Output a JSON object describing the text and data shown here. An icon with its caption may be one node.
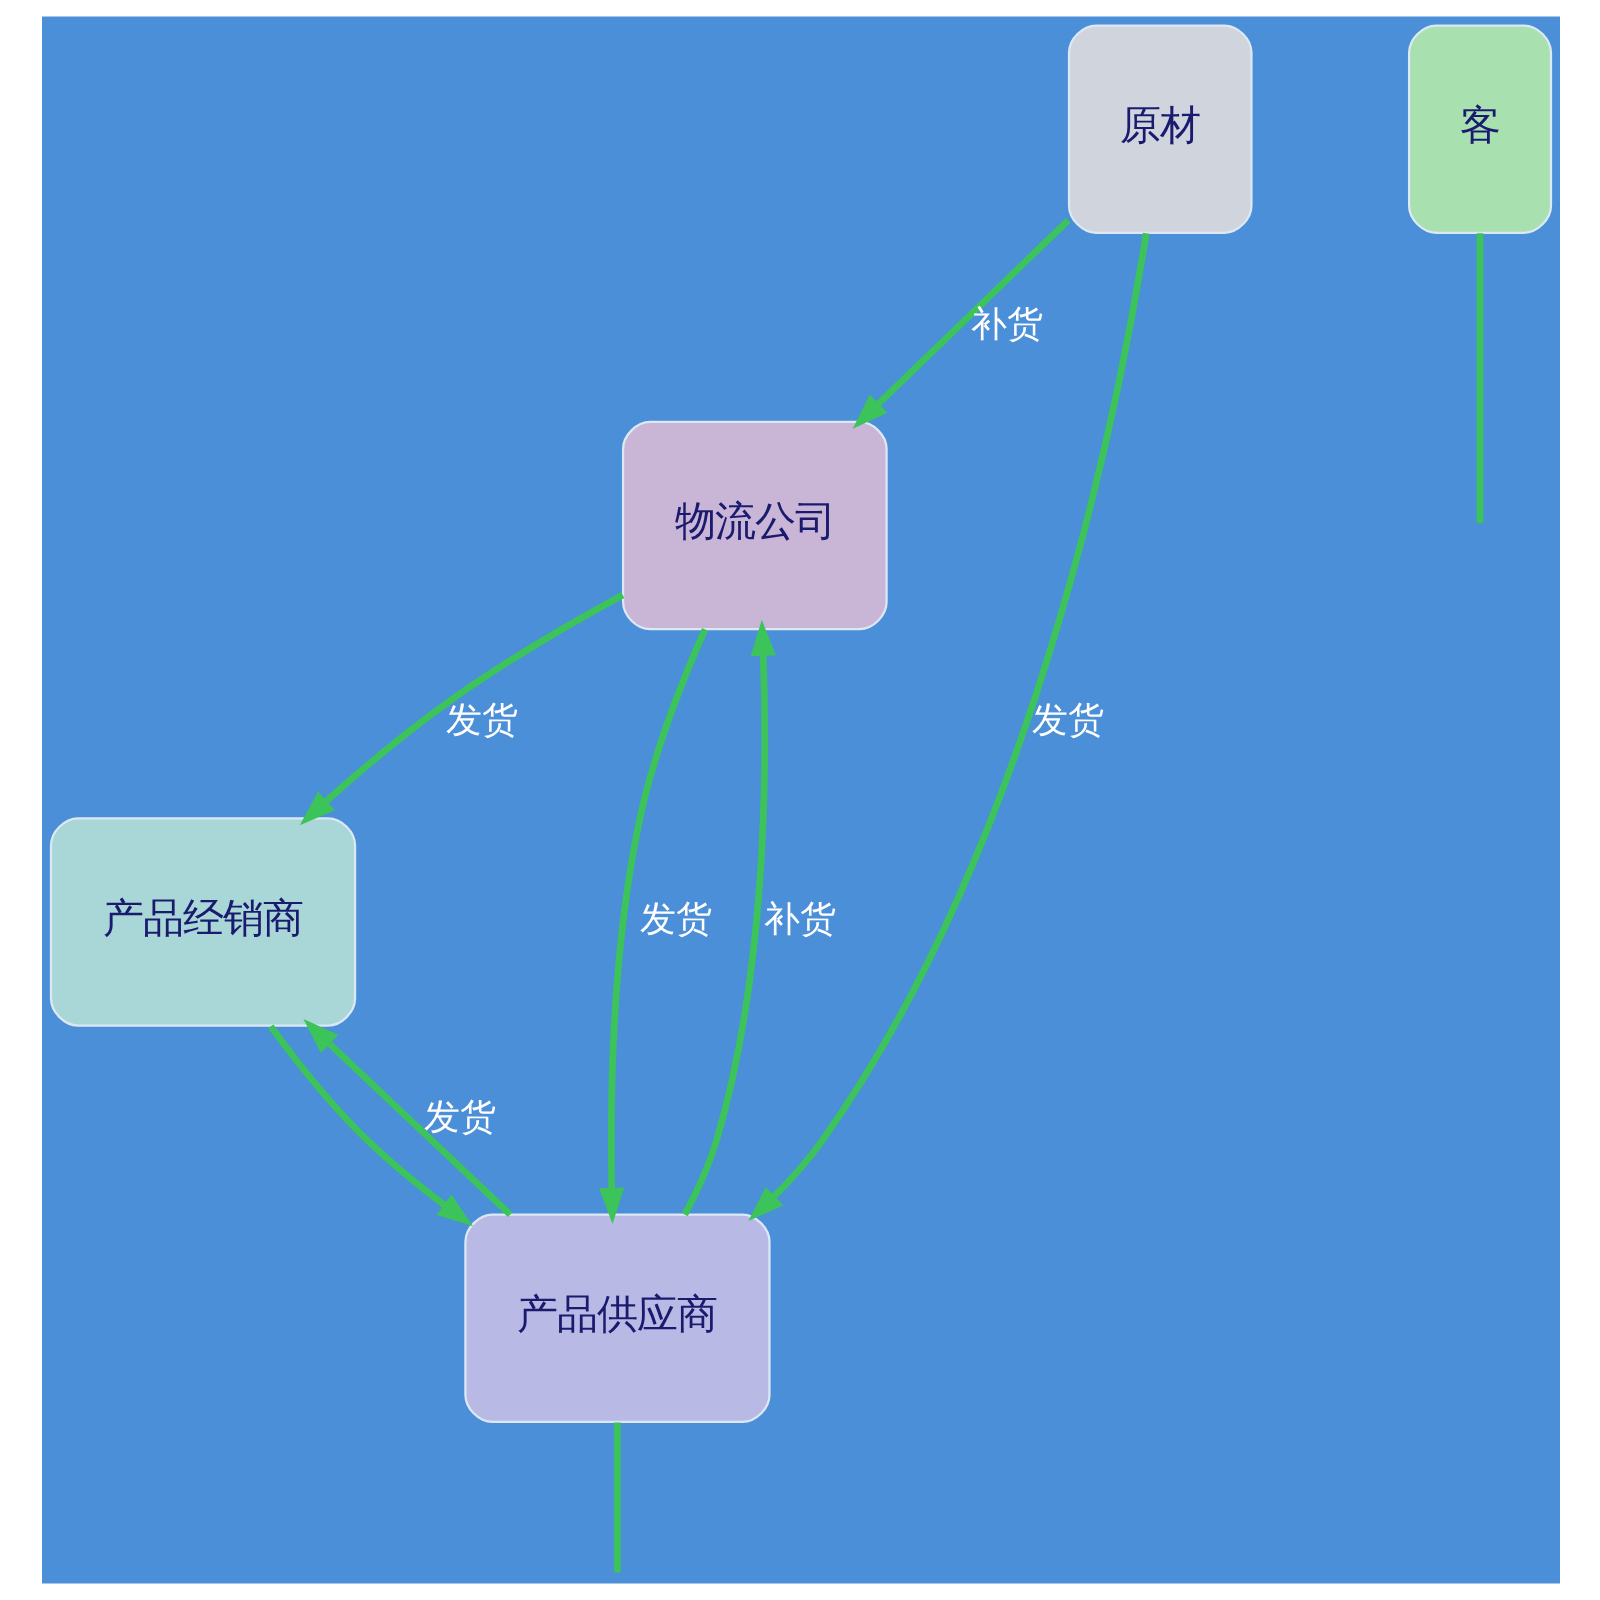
{
  "diagram": {
    "nodes": [
      {
        "text": [
          "物流公司"
        ]
      },
      {
        "text": [
          "客"
        ]
      },
      {
        "text": [
          "原材"
        ]
      },
      {
        "text": [
          "产品经销商"
        ]
      },
      {
        "text": [
          "产品供应商"
        ]
      }
    ],
    "edges": [
      {
        "from": 2,
        "to": 0,
        "arrow": "to",
        "label": "补货"
      },
      {
        "from": 0,
        "to": 3,
        "arrow": "to",
        "label": "发货"
      },
      {
        "from": 4,
        "to": 0,
        "arrow": "to",
        "label": "补货"
      },
      {
        "from": 0,
        "to": 4,
        "arrow": "to",
        "label": "发货"
      },
      {
        "from": 2,
        "to": 4,
        "arrow": "to",
        "label": "发货"
      },
      {
        "from": 4,
        "to": 3,
        "arrow": "to",
        "label": "发货"
      },
      {
        "from": 3,
        "to": 4,
        "arrow": "to"
      },
      {
        "from": 4,
        "to": null,
        "arrow": "none"
      },
      {
        "from": 1,
        "to": null,
        "arrow": "none"
      }
    ]
  }
}
